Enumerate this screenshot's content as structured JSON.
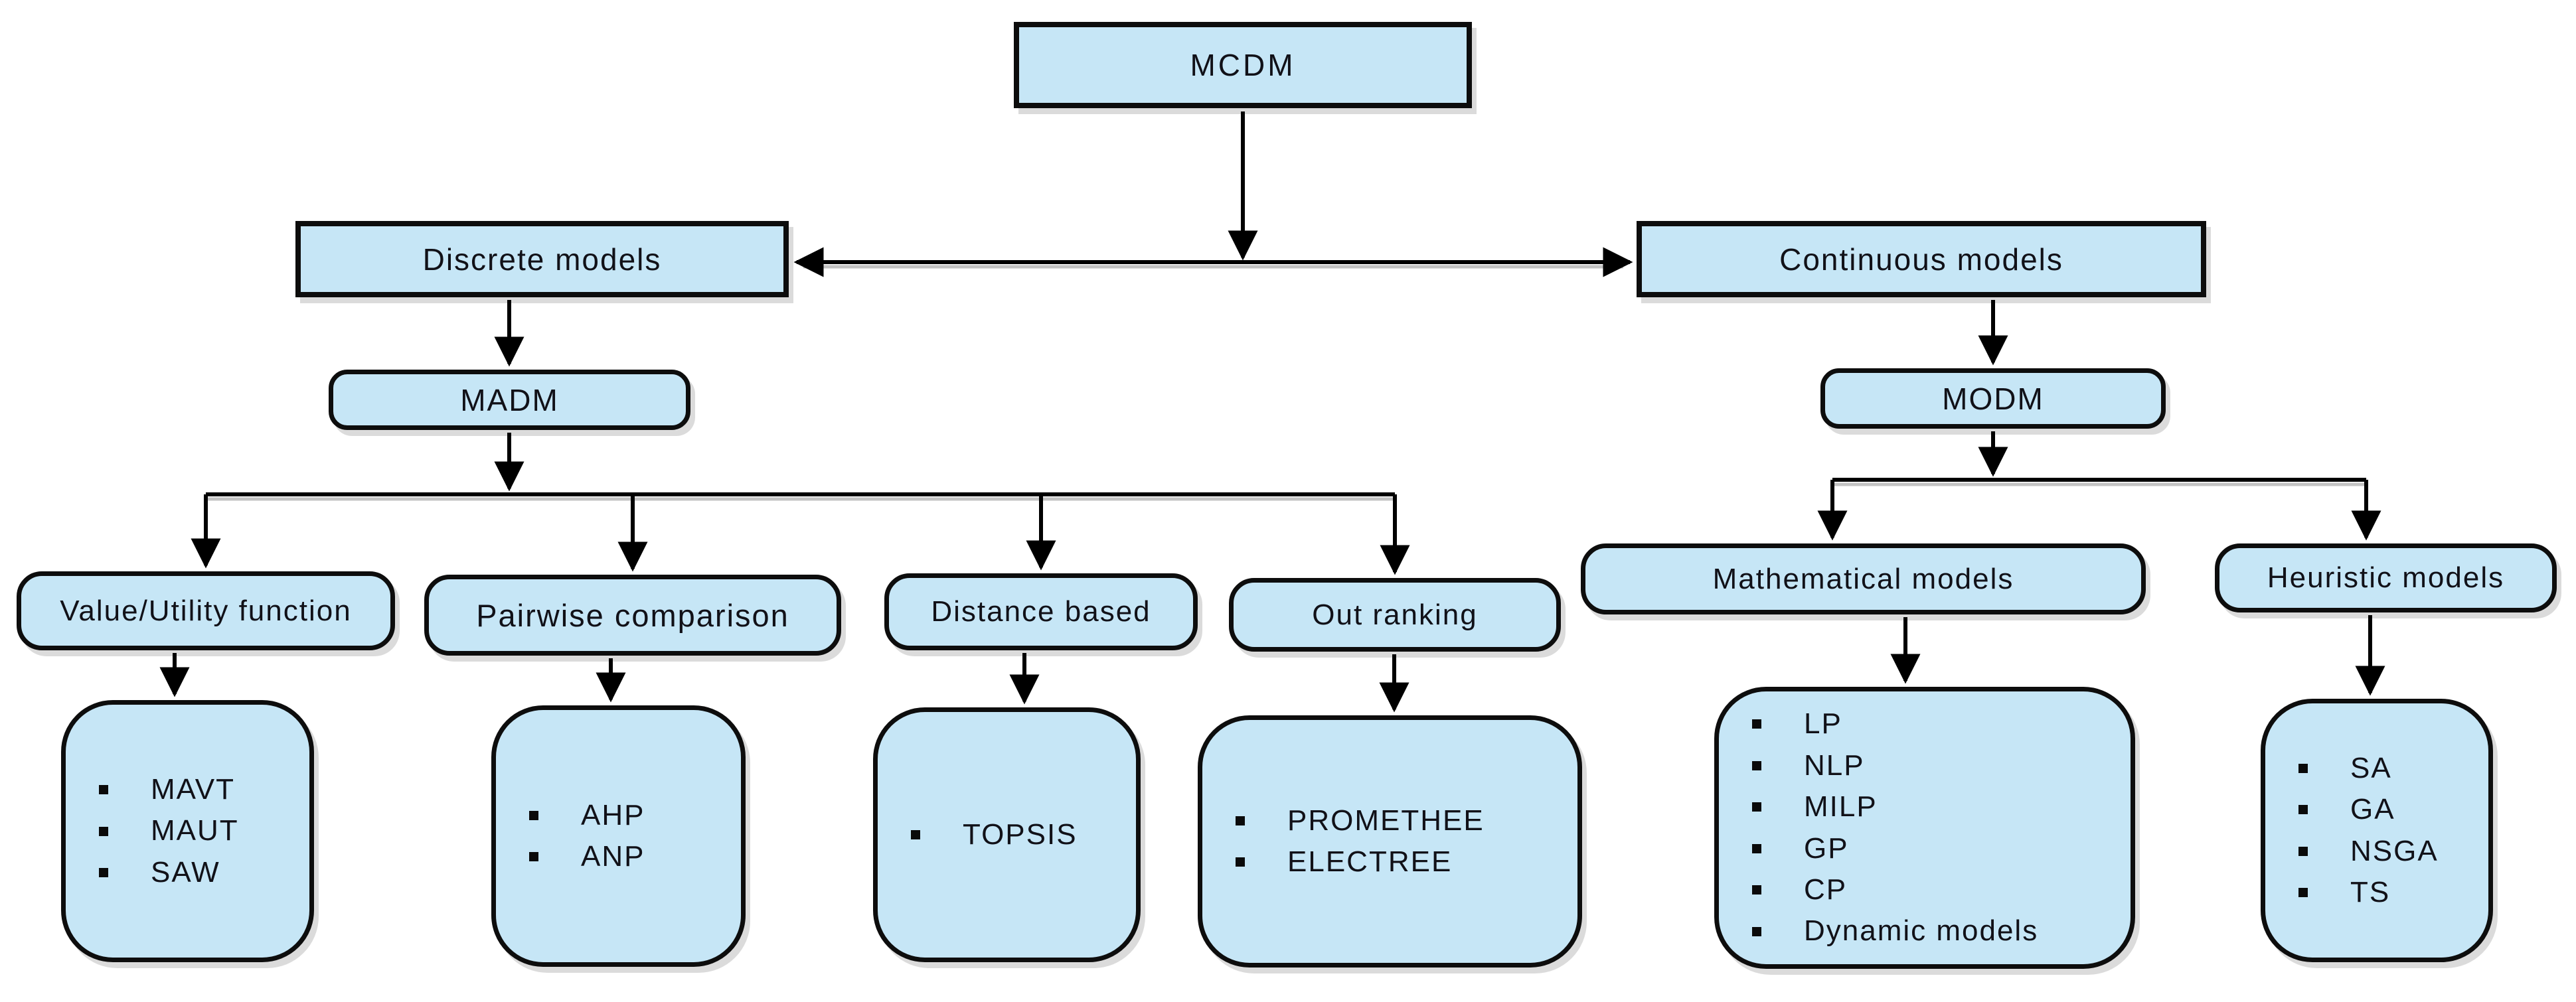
{
  "diagram": {
    "root": {
      "label": "MCDM"
    },
    "branches": {
      "discrete": {
        "label": "Discrete models"
      },
      "continuous": {
        "label": "Continuous models"
      }
    },
    "level2": {
      "madm": {
        "label": "MADM"
      },
      "modm": {
        "label": "MODM"
      }
    },
    "categories": {
      "value_utility": {
        "label": "Value/Utility function",
        "methods": [
          "MAVT",
          "MAUT",
          "SAW"
        ]
      },
      "pairwise": {
        "label": "Pairwise comparison",
        "methods": [
          "AHP",
          "ANP"
        ]
      },
      "distance": {
        "label": "Distance based",
        "methods": [
          "TOPSIS"
        ]
      },
      "outranking": {
        "label": "Out ranking",
        "methods": [
          "PROMETHEE",
          "ELECTREE"
        ]
      },
      "mathematical": {
        "label": "Mathematical models",
        "methods": [
          "LP",
          "NLP",
          "MILP",
          "GP",
          "CP",
          "Dynamic models"
        ]
      },
      "heuristic": {
        "label": "Heuristic models",
        "methods": [
          "SA",
          "GA",
          "NSGA",
          "TS"
        ]
      }
    },
    "colors": {
      "node_fill": "#C6E6F6",
      "node_border": "#0D0D0D",
      "connector": "#000000"
    }
  }
}
